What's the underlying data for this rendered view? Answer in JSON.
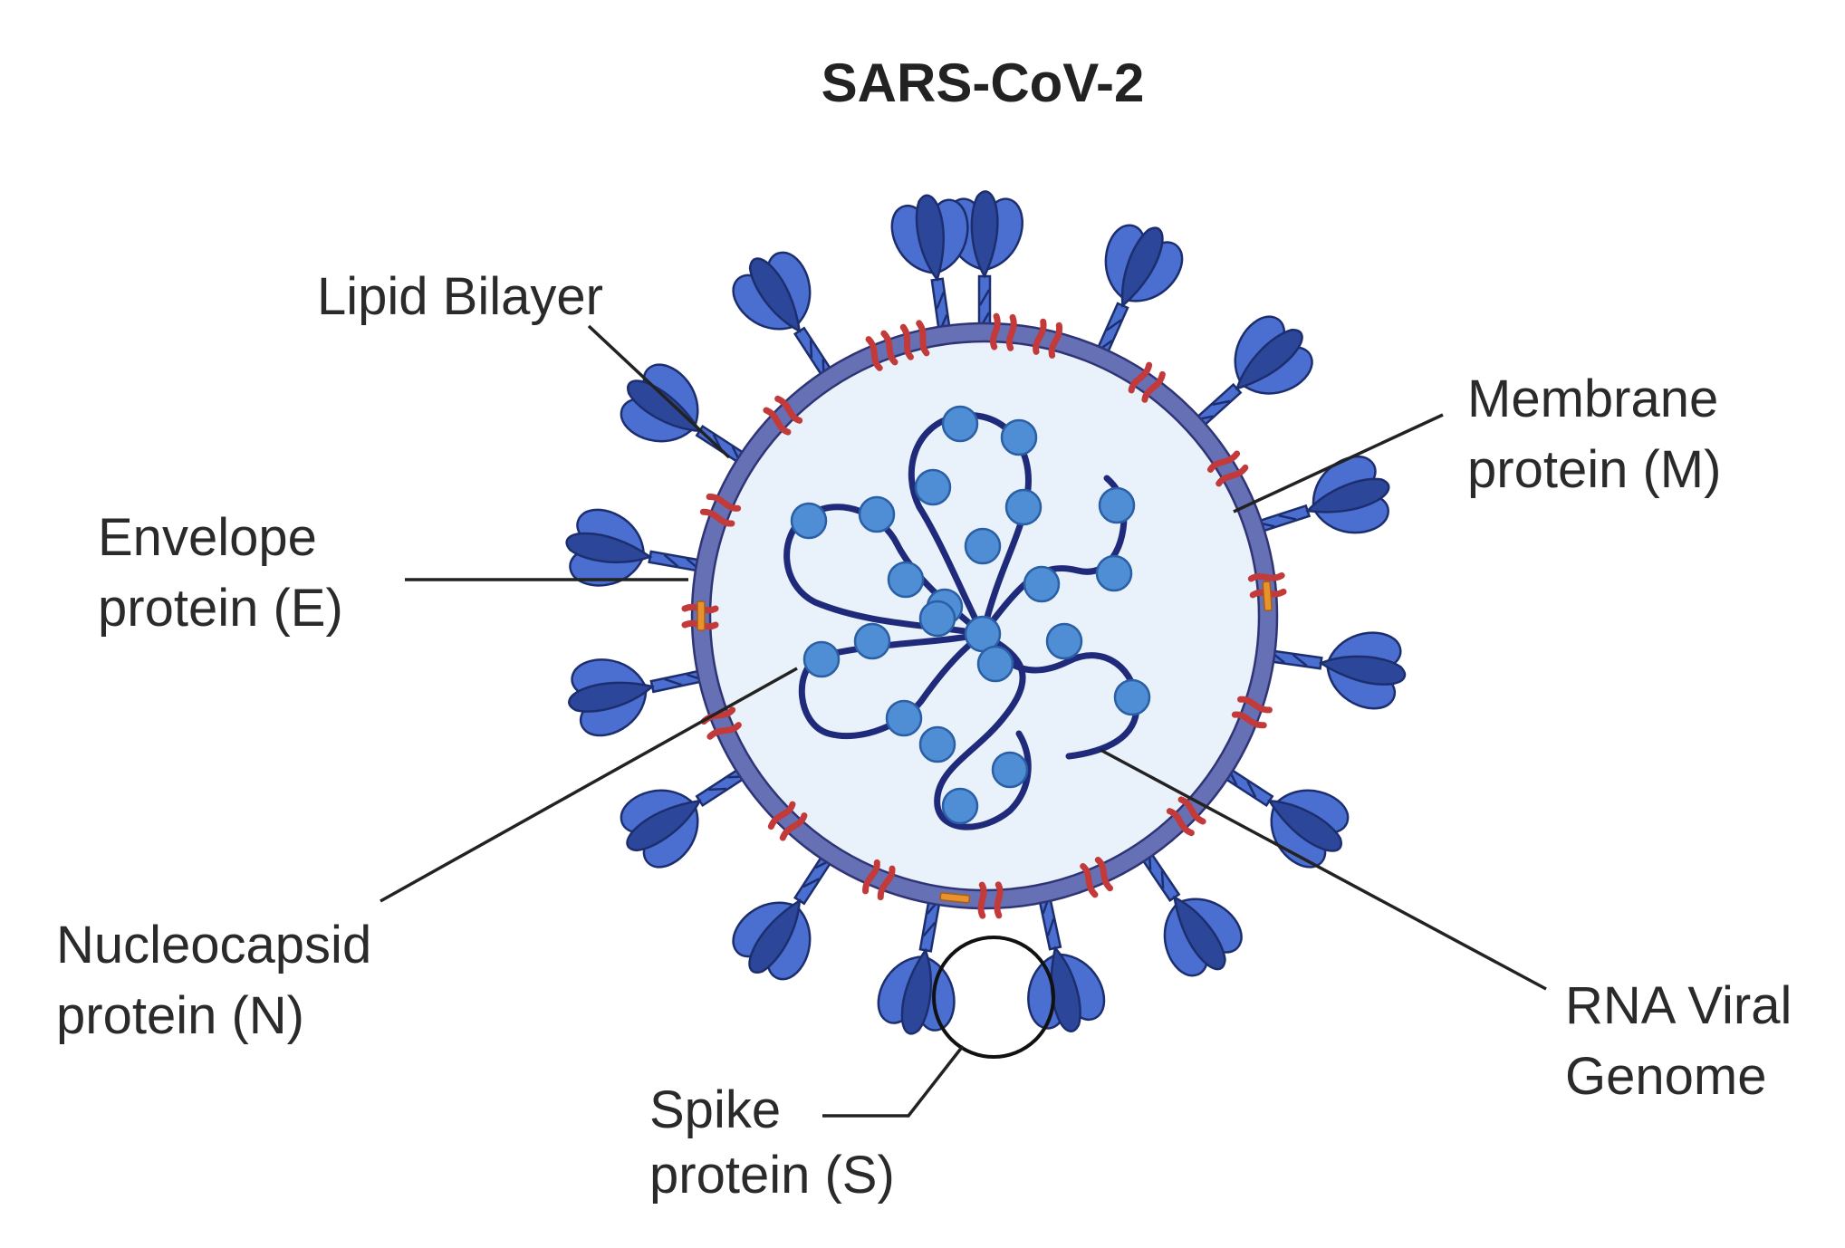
{
  "title": "SARS-CoV-2",
  "labels": {
    "lipid_bilayer": [
      "Lipid Bilayer"
    ],
    "envelope_protein": [
      "Envelope",
      "protein (E)"
    ],
    "nucleocapsid_protein": [
      "Nucleocapsid",
      "protein (N)"
    ],
    "spike_protein": [
      "Spike",
      "protein (S)"
    ],
    "membrane_protein": [
      "Membrane",
      "protein (M)"
    ],
    "rna_genome": [
      "RNA Viral",
      "Genome"
    ]
  },
  "colors": {
    "membrane": "#6670b5",
    "membrane_edge": "#2f3475",
    "interior": "#e9f1fa",
    "spike_light": "#4a6fd0",
    "spike_dark": "#2c4799",
    "spike_outline": "#1d2e6e",
    "m_protein": "#c23a3a",
    "e_protein": "#e8922e",
    "rna_strand": "#1f2a7a",
    "nucleocapsid": "#4f8ed4"
  }
}
